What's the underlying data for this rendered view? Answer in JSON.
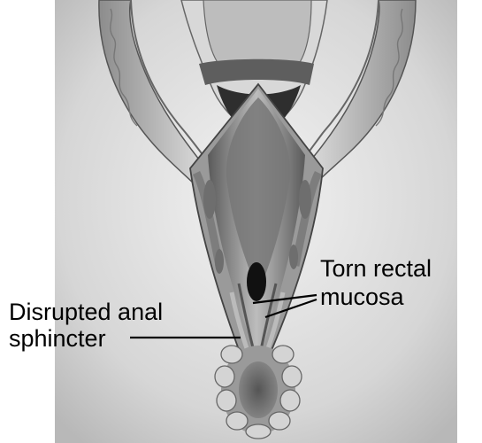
{
  "labels": {
    "torn_rectal_mucosa": {
      "line1": "Torn rectal",
      "line2": "mucosa"
    },
    "disrupted_anal_sphincter": {
      "line1": "Disrupted anal",
      "line2": "sphincter"
    }
  },
  "colors": {
    "background": "#ffffff",
    "skin_light": "#e8e8e8",
    "skin_mid": "#c8c8c8",
    "skin_dark": "#8a8a8a",
    "tissue_dark": "#4a4a4a",
    "canal_black": "#111111",
    "line": "#000000"
  }
}
